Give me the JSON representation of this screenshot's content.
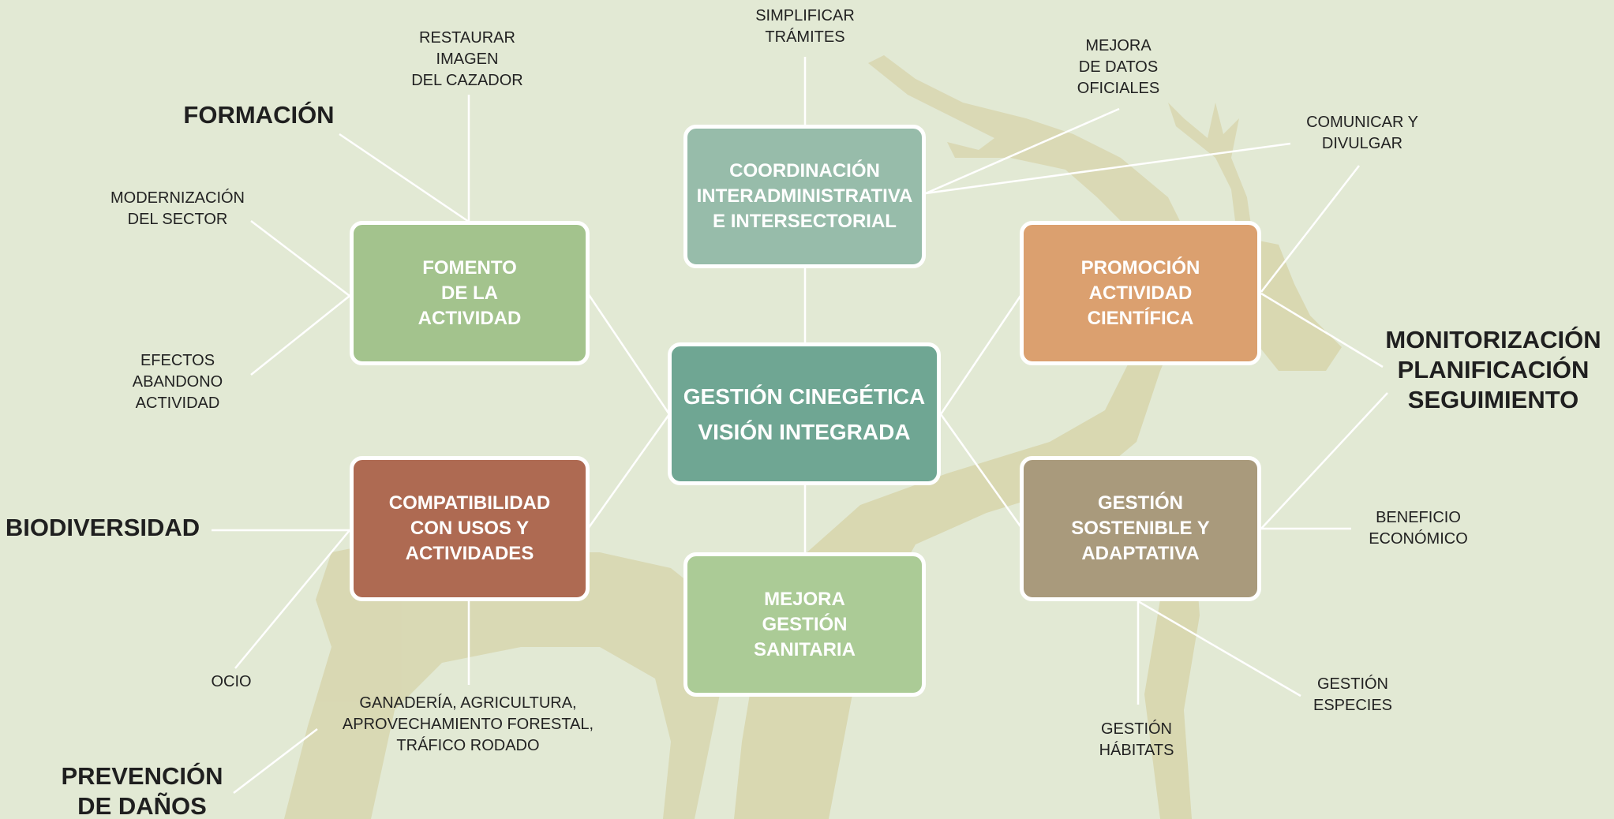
{
  "colors": {
    "background": "#e2e9d4",
    "center": "#6fa693",
    "coordinacion": "#97bcaa",
    "fomento": "#a3c38d",
    "promocion": "#dba06f",
    "compatibilidad": "#ae6a52",
    "gestion_sostenible": "#a99a7c",
    "sanitaria": "#abcb96",
    "connector": "#ffffff",
    "deer_silhouette": "#d6d2a6"
  },
  "boxes": {
    "center": "GESTIÓN CINEGÉTICA\nVISIÓN INTEGRADA",
    "coordinacion": "COORDINACIÓN\nINTERADMINISTRATIVA\nE INTERSECTORIAL",
    "fomento": "FOMENTO\nDE LA\nACTIVIDAD",
    "promocion": "PROMOCIÓN\nACTIVIDAD\nCIENTÍFICA",
    "compatibilidad": "COMPATIBILIDAD\nCON USOS Y\nACTIVIDADES",
    "gestion_sostenible": "GESTIÓN\nSOSTENIBLE Y\nADAPTATIVA",
    "sanitaria": "MEJORA\nGESTIÓN\nSANITARIA"
  },
  "labels": {
    "simplificar": "SIMPLIFICAR\nTRÁMITES",
    "datos_oficiales": "MEJORA\nDE DATOS\nOFICIALES",
    "comunicar": "COMUNICAR Y\nDIVULGAR",
    "restaurar": "RESTAURAR\nIMAGEN\nDEL CAZADOR",
    "modernizacion": "MODERNIZACIÓN\nDEL SECTOR",
    "efectos_abandono": "EFECTOS\nABANDONO\nACTIVIDAD",
    "ocio": "OCIO",
    "ganaderia": "GANADERÍA, AGRICULTURA,\nAPROVECHAMIENTO FORESTAL,\nTRÁFICO RODADO",
    "beneficio": "BENEFICIO\nECONÓMICO",
    "especies": "GESTIÓN\nESPECIES",
    "habitats": "GESTIÓN\nHÁBITATS"
  },
  "categories": {
    "formacion": "FORMACIÓN",
    "biodiversidad": "BIODIVERSIDAD",
    "prevencion": "PREVENCIÓN\nDE DAÑOS",
    "monitorizacion": "MONITORIZACIÓN\nPLANIFICACIÓN\nSEGUIMIENTO"
  }
}
